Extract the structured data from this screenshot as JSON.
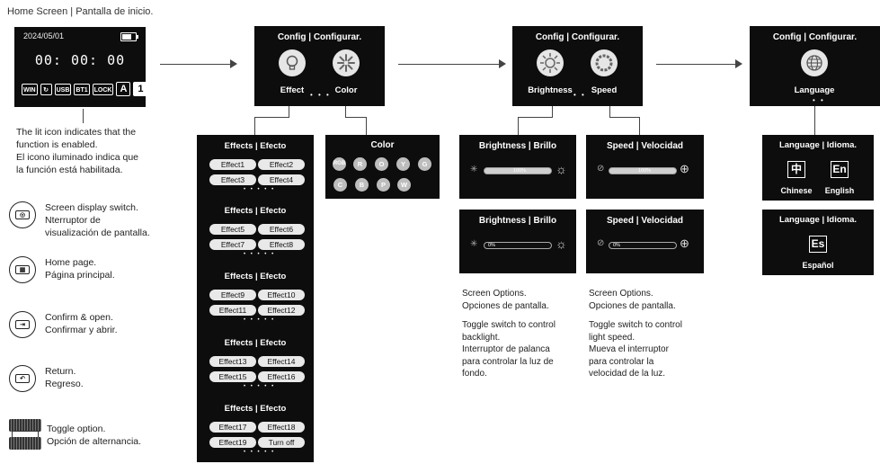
{
  "home_section": {
    "title": "Home Screen | Pantalla de inicio.",
    "screen": {
      "date": "2024/05/01",
      "battery_level": 0.8,
      "time": "00: 00: 00",
      "status_icons": [
        "WIN",
        "↻",
        "USB",
        "BT1",
        "LOCK",
        "A",
        "1"
      ]
    },
    "lit_note": [
      "The lit icon indicates that the",
      "function is enabled.",
      "El icono iluminado indica que",
      "la función está habilitada."
    ]
  },
  "legend": [
    {
      "icon": "screen-switch-icon",
      "glyph": "◎",
      "lines": [
        "Screen display switch.",
        "Nterruptor de",
        "visualización de pantalla."
      ]
    },
    {
      "icon": "home-page-icon",
      "glyph": "▦",
      "lines": [
        "Home page.",
        "Página principal."
      ]
    },
    {
      "icon": "confirm-icon",
      "glyph": "⇥",
      "lines": [
        "Confirm & open.",
        "Confirmar y abrir."
      ]
    },
    {
      "icon": "return-icon",
      "glyph": "↶",
      "lines": [
        "Return.",
        "Regreso."
      ]
    },
    {
      "icon": "toggle-icon",
      "glyph": "",
      "lines": [
        "Toggle option.",
        "Opción de alternancia."
      ]
    }
  ],
  "config_screens": [
    {
      "title": "Config | Configurar.",
      "items": [
        {
          "icon": "bulb-icon",
          "label": "Effect"
        },
        {
          "icon": "color-burst-icon",
          "label": "Color"
        }
      ]
    },
    {
      "title": "Config | Configurar.",
      "items": [
        {
          "icon": "sun-icon",
          "label": "Brightness"
        },
        {
          "icon": "speed-ring-icon",
          "label": "Speed"
        }
      ]
    },
    {
      "title": "Config | Configurar.",
      "items": [
        {
          "icon": "globe-icon",
          "label": "Language"
        }
      ]
    }
  ],
  "effects_panel": {
    "groups": [
      {
        "title": "Effects | Efecto",
        "items": [
          "Effect1",
          "Effect2",
          "Effect3",
          "Effect4"
        ]
      },
      {
        "title": "Effects | Efecto",
        "items": [
          "Effect5",
          "Effect6",
          "Effect7",
          "Effect8"
        ]
      },
      {
        "title": "Effects | Efecto",
        "items": [
          "Effect9",
          "Effect10",
          "Effect11",
          "Effect12"
        ]
      },
      {
        "title": "Effects | Efecto",
        "items": [
          "Effect13",
          "Effect14",
          "Effect15",
          "Effect16"
        ]
      },
      {
        "title": "Effects | Efecto",
        "items": [
          "Effect17",
          "Effect18",
          "Effect19",
          "Turn off"
        ]
      }
    ]
  },
  "color_panel": {
    "title": "Color",
    "options": [
      "RGB",
      "R",
      "O",
      "Y",
      "G",
      "C",
      "B",
      "P",
      "W"
    ]
  },
  "brightness_panels": [
    {
      "title": "Brightness | Brillo",
      "value_label": "100%",
      "level": 1.0
    },
    {
      "title": "Brightness | Brillo",
      "value_label": "0%",
      "level": 0.0
    }
  ],
  "speed_panels": [
    {
      "title": "Speed | Velocidad",
      "value_label": "100%",
      "level": 1.0
    },
    {
      "title": "Speed | Velocidad",
      "value_label": "0%",
      "level": 0.0
    }
  ],
  "brightness_notes": {
    "options": [
      "Screen Options.",
      "Opciones de pantalla."
    ],
    "desc": [
      "Toggle switch to control",
      "backlight.",
      "Interruptor de palanca",
      "para controlar la luz de",
      "fondo."
    ]
  },
  "speed_notes": {
    "options": [
      "Screen Options.",
      "Opciones de pantalla."
    ],
    "desc": [
      "Toggle switch to control",
      "light speed.",
      "Mueva el interruptor",
      "para controlar la",
      "velocidad de la luz."
    ]
  },
  "language_panels": [
    {
      "title": "Language  |  Idioma.",
      "options": [
        {
          "glyph": "中",
          "label": "Chinese"
        },
        {
          "glyph": "En",
          "label": "English"
        }
      ]
    },
    {
      "title": "Language  |  Idioma.",
      "options": [
        {
          "glyph": "Es",
          "label": "Español"
        }
      ]
    }
  ],
  "colors": {
    "screen_bg": "#0d0d0d",
    "pill_bg": "#e9e9e9",
    "color_dot": "#bdbdbd"
  }
}
